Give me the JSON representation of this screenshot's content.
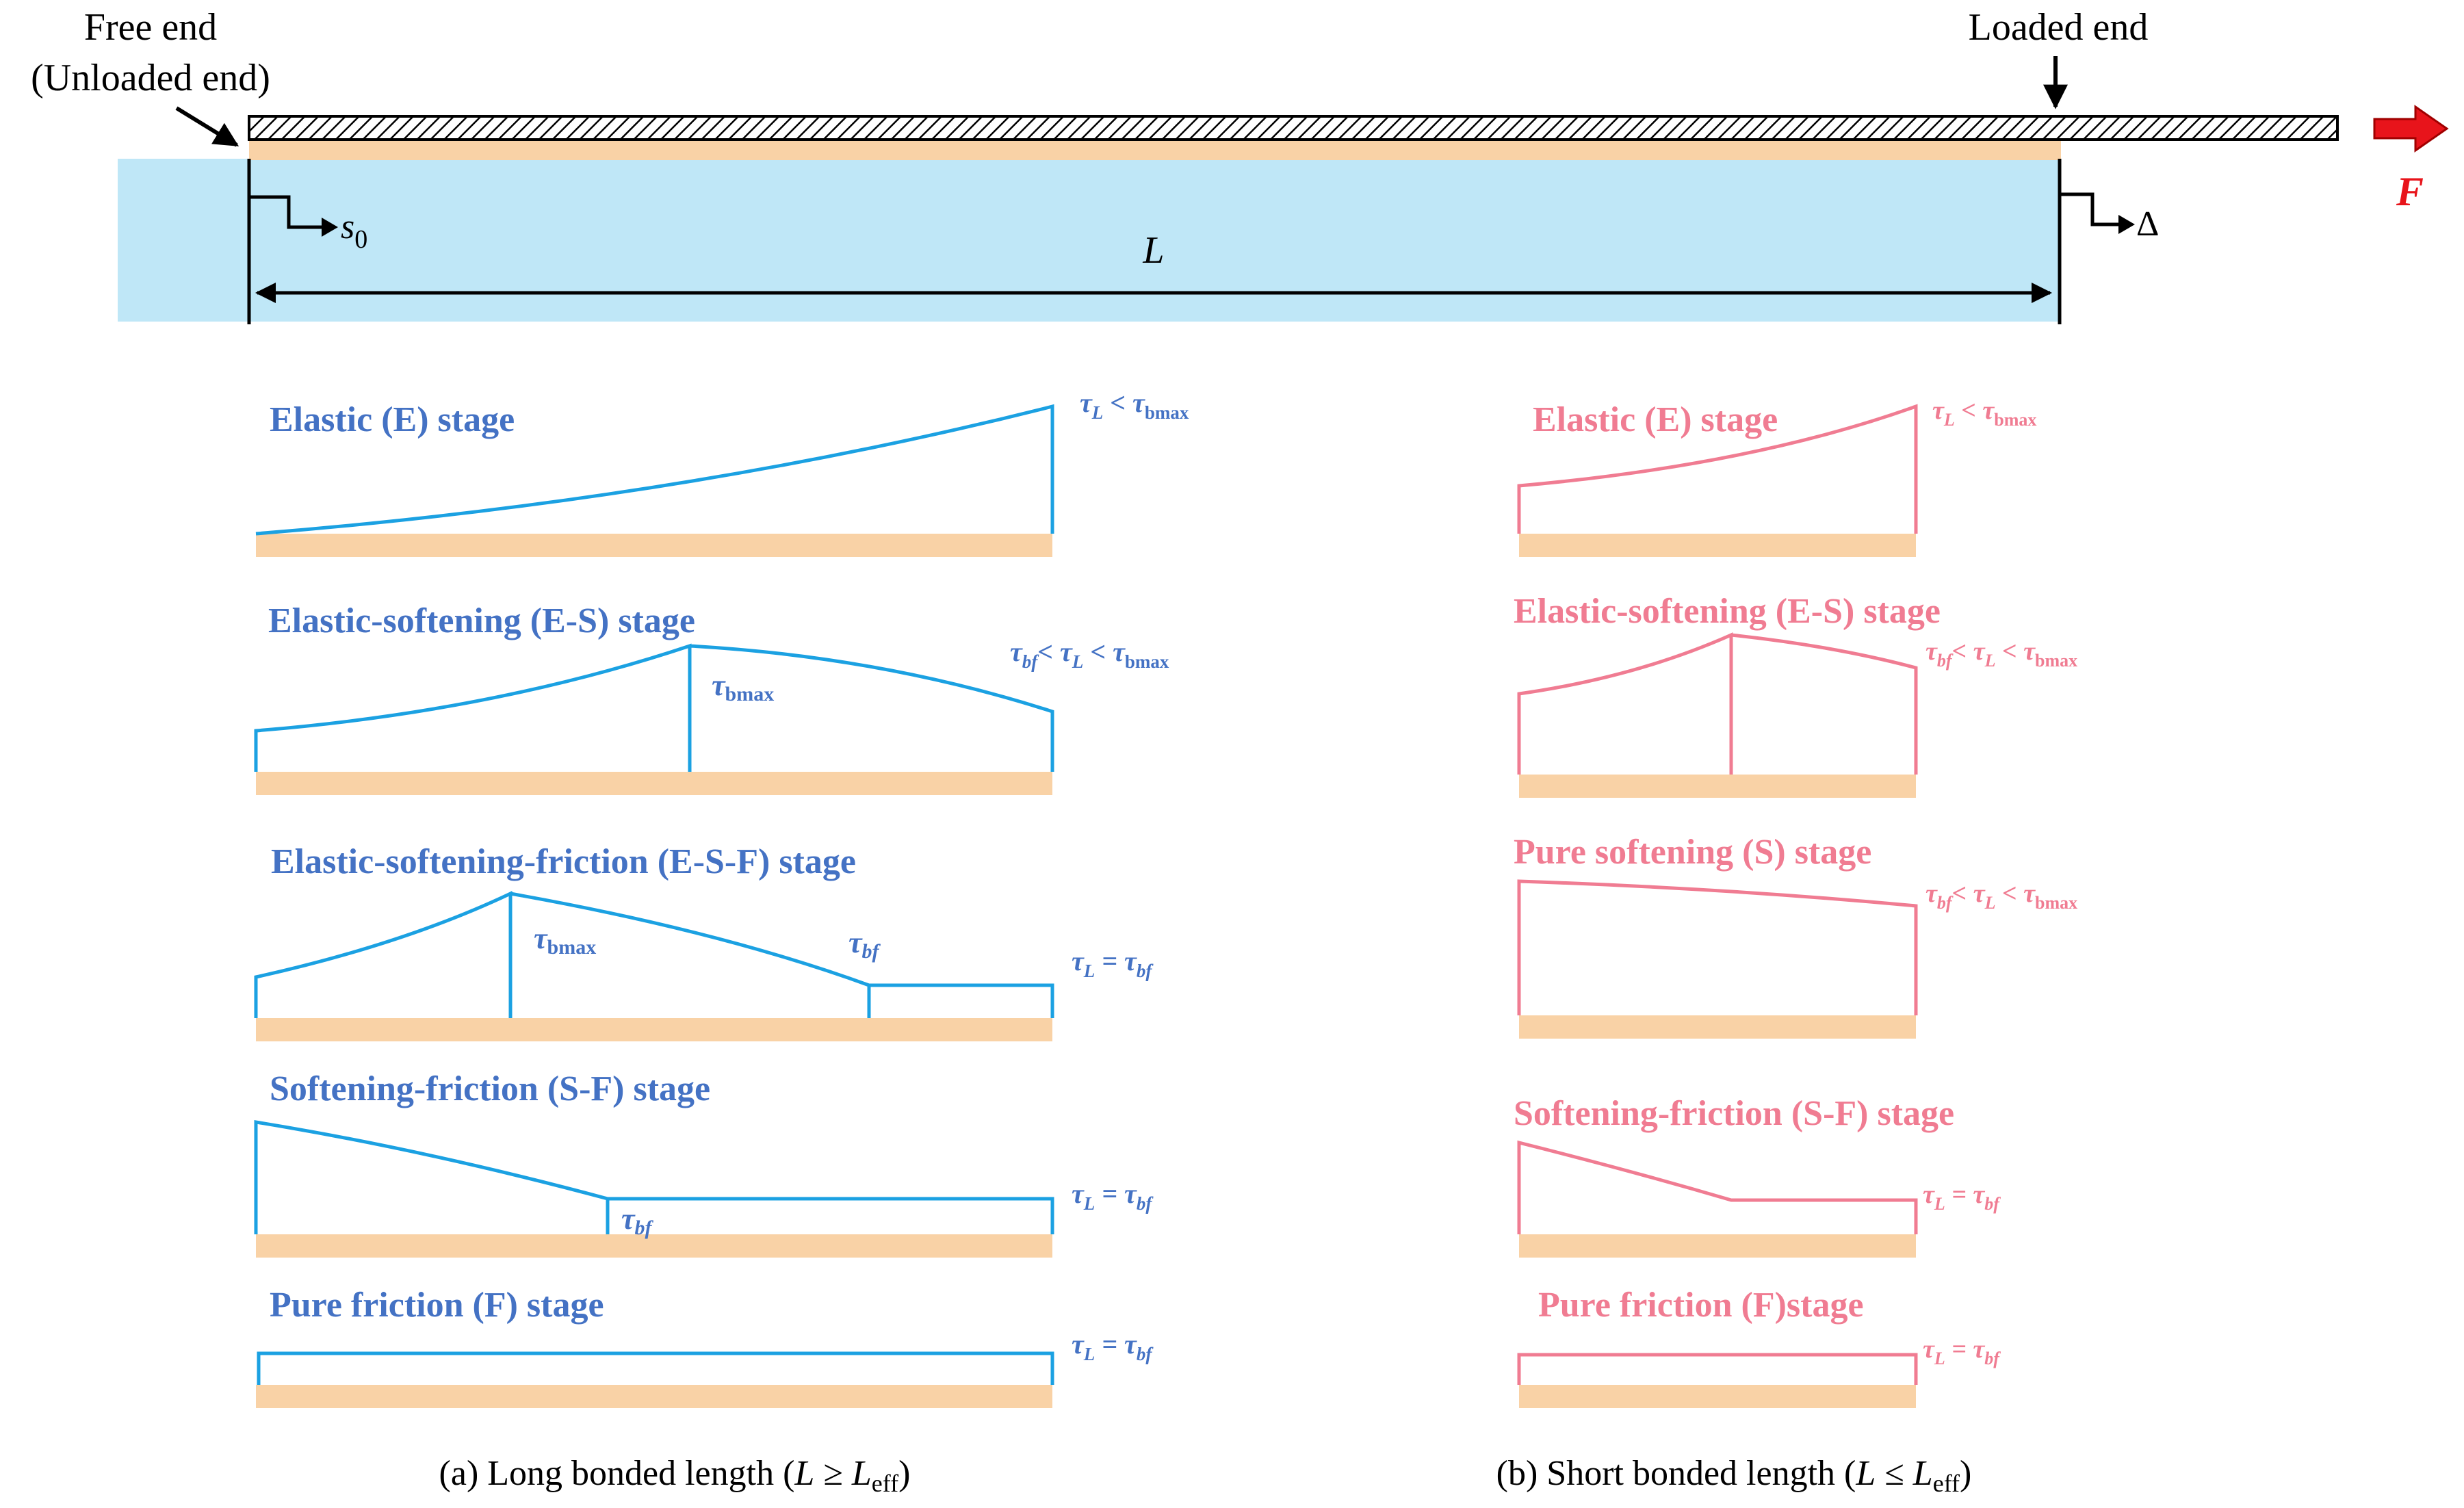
{
  "top": {
    "free_end_line1": "Free end",
    "free_end_line2": "(Unloaded end)",
    "loaded_end": "Loaded end",
    "s0_symbol": "s",
    "s0_subscript": "0",
    "length_symbol": "L",
    "delta_symbol": "Δ",
    "force_symbol": "F",
    "colors": {
      "rebar_hatch": "#000000",
      "bond": "#F9D2A6",
      "concrete": "#BFE7F7",
      "force": "#E8141B"
    }
  },
  "panels": {
    "long": {
      "caption_prefix": "(a) Long bonded length (",
      "caption_L": "L",
      "caption_rel": " ≥ ",
      "caption_L2": "L",
      "caption_sub": "eff",
      "caption_suffix": ")",
      "color_text": "#4472C4",
      "color_curve": "#1BA1E2",
      "stages": [
        {
          "title": "Elastic (E) stage",
          "condition": "τL < τbmax"
        },
        {
          "title": "Elastic-softening (E-S) stage",
          "condition": "τbf < τL < τbmax",
          "peak_label": "τbmax"
        },
        {
          "title": "Elastic-softening-friction (E-S-F) stage",
          "condition": "τL = τbf",
          "peak_label": "τbmax",
          "friction_label": "τbf"
        },
        {
          "title": "Softening-friction (S-F) stage",
          "condition": "τL = τbf",
          "friction_label": "τbf"
        },
        {
          "title": "Pure friction (F) stage",
          "condition": "τL = τbf"
        }
      ]
    },
    "short": {
      "caption_prefix": "(b) Short bonded length (",
      "caption_L": "L",
      "caption_rel": " ≤ ",
      "caption_L2": "L",
      "caption_sub": "eff",
      "caption_suffix": ")",
      "color": "#F07C92",
      "stages": [
        {
          "title": "Elastic (E) stage",
          "condition": "τL < τbmax"
        },
        {
          "title": "Elastic-softening (E-S) stage",
          "condition": "τbf < τL < τbmax"
        },
        {
          "title": "Pure softening (S) stage",
          "condition": "τbf < τL < τbmax"
        },
        {
          "title": "Softening-friction (S-F) stage",
          "condition": "τL = τbf"
        },
        {
          "title": "Pure friction (F)stage",
          "condition": "τL = τbf"
        }
      ]
    }
  }
}
